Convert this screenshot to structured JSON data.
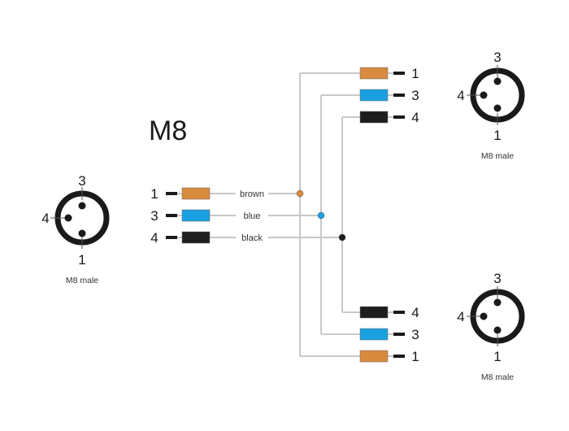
{
  "title": "M8",
  "colors": {
    "brown": "#d88a3e",
    "blue": "#1aa0e0",
    "black": "#1e1e1e",
    "wire": "#c8c8c8",
    "ring": "#1a1a1a"
  },
  "connectors": [
    {
      "id": "left",
      "caption": "M8 male",
      "pin_top": "3",
      "pin_left": "4",
      "pin_bottom": "1"
    },
    {
      "id": "top-right",
      "caption": "M8 male",
      "pin_top": "3",
      "pin_left": "4",
      "pin_bottom": "1"
    },
    {
      "id": "bottom-right",
      "caption": "M8 male",
      "pin_top": "3",
      "pin_left": "4",
      "pin_bottom": "1"
    }
  ],
  "left_wires": [
    {
      "pin": "1",
      "color": "brown",
      "label": "brown"
    },
    {
      "pin": "3",
      "color": "blue",
      "label": "blue"
    },
    {
      "pin": "4",
      "color": "black",
      "label": "black"
    }
  ],
  "top_branch": [
    {
      "pin": "1",
      "color": "brown"
    },
    {
      "pin": "3",
      "color": "blue"
    },
    {
      "pin": "4",
      "color": "black"
    }
  ],
  "bottom_branch": [
    {
      "pin": "4",
      "color": "black"
    },
    {
      "pin": "3",
      "color": "blue"
    },
    {
      "pin": "1",
      "color": "brown"
    }
  ]
}
